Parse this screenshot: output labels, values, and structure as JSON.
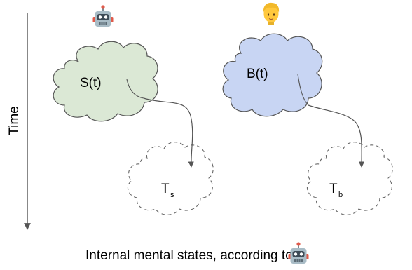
{
  "axis": {
    "label": "Time"
  },
  "agents": {
    "left_icon": "robot-icon",
    "right_icon": "person-icon"
  },
  "states": {
    "robot_state": "S(t)",
    "human_state": "B(t)",
    "robot_target": {
      "base": "T",
      "sub": "s"
    },
    "human_target": {
      "base": "T",
      "sub": "b"
    }
  },
  "caption": {
    "text": "Internal mental states, according to",
    "icon": "robot-icon"
  },
  "colors": {
    "robot_cloud_fill": "#dbe8d5",
    "human_cloud_fill": "#c8d5f3",
    "cloud_stroke": "#555555",
    "dashed_stroke": "#666666",
    "arrow": "#555555",
    "robot_head": "#a9bcc6",
    "robot_face": "#3d4a55",
    "robot_eyes": "#ffffff",
    "robot_ears": "#e05a4a",
    "person_skin": "#ffc83d",
    "person_hair": "#f2b92a"
  }
}
